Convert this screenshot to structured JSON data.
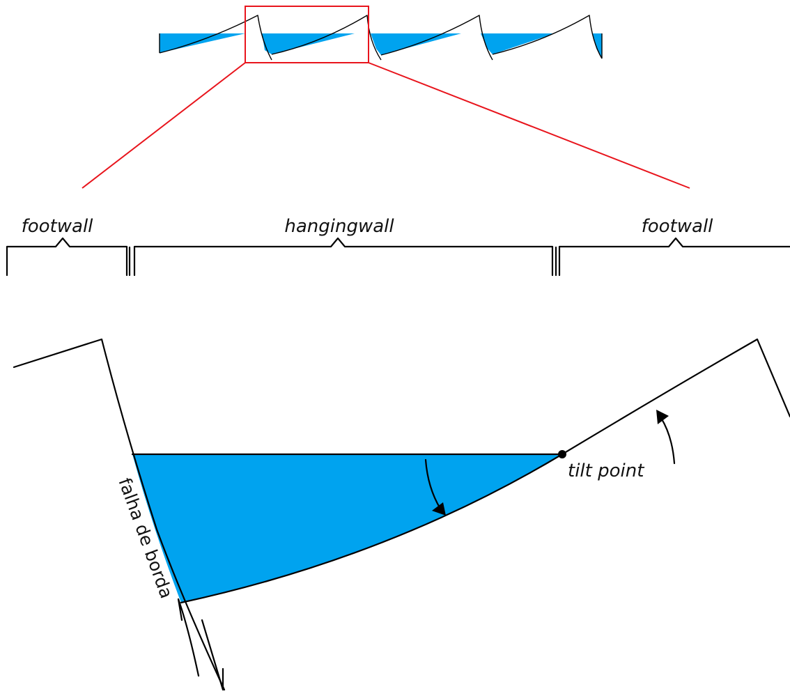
{
  "labels": {
    "footwall_left": "footwall",
    "hangingwall": "hangingwall",
    "footwall_right": "footwall",
    "tilt_point": "tilt point",
    "fault": "falha de borda"
  },
  "colors": {
    "basin_fill": "#00a3ef",
    "zoom_box": "#e8141c",
    "line": "#000000"
  }
}
